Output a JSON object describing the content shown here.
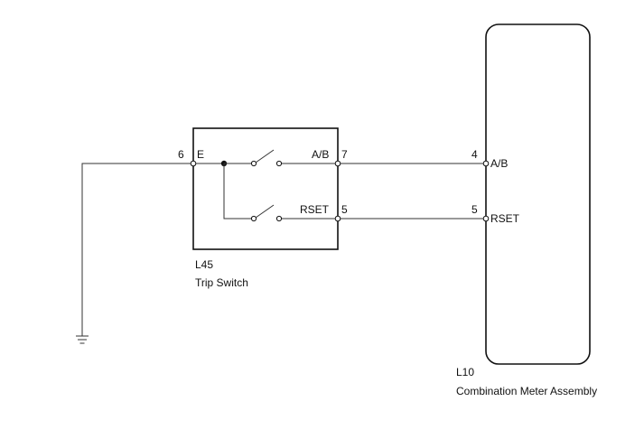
{
  "trip_switch": {
    "connector_id": "L45",
    "name": "Trip Switch",
    "pins": {
      "e_number": "6",
      "e_label": "E",
      "ab_number": "7",
      "ab_label": "A/B",
      "rset_number": "5",
      "rset_label": "RSET"
    }
  },
  "combination_meter": {
    "connector_id": "L10",
    "name": "Combination Meter Assembly",
    "pins": {
      "ab_number": "4",
      "ab_label": "A/B",
      "rset_number": "5",
      "rset_label": "RSET"
    }
  },
  "symbols": {
    "ground": "ground-icon",
    "switch": "switch-icon",
    "terminal": "terminal-icon",
    "junction": "junction-dot-icon"
  }
}
